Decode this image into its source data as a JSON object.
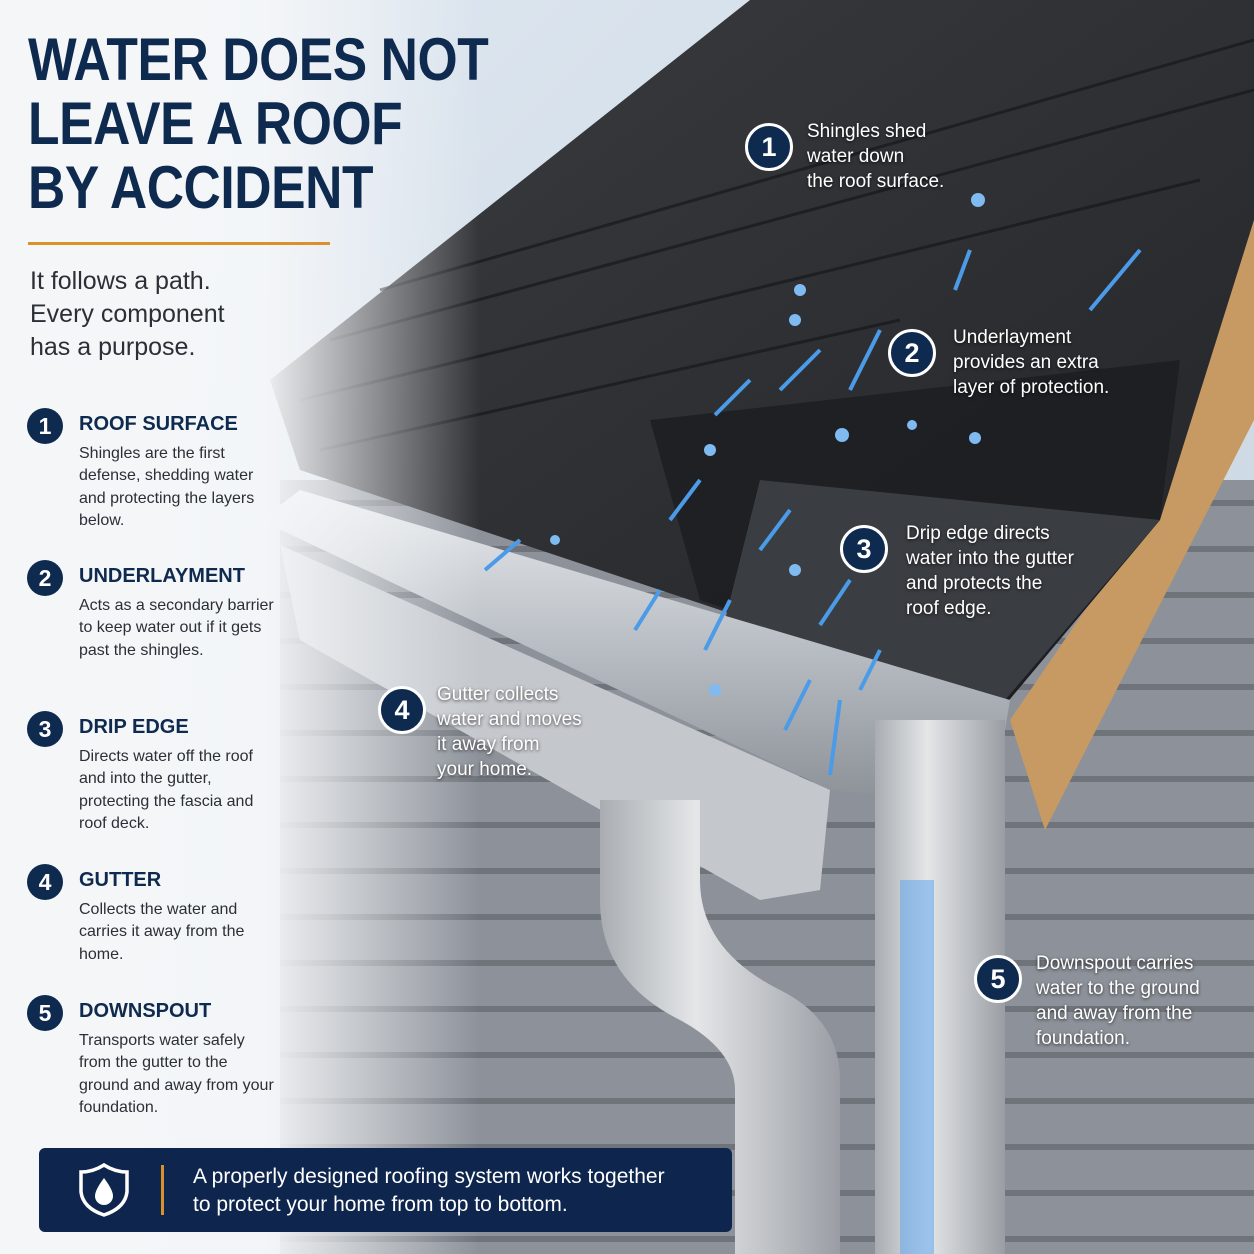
{
  "title_lines": [
    "WATER DOES NOT",
    "LEAVE A ROOF",
    "BY ACCIDENT"
  ],
  "subtitle_lines": [
    "It follows a path.",
    "Every component",
    "has a purpose."
  ],
  "items": [
    {
      "number": "1",
      "title": "ROOF SURFACE",
      "body": "Shingles are the first defense, shedding water and protecting the layers below."
    },
    {
      "number": "2",
      "title": "UNDERLAYMENT",
      "body": "Acts as a secondary barrier to keep water out if it gets past the shingles."
    },
    {
      "number": "3",
      "title": "DRIP EDGE",
      "body": "Directs water off the roof and into the gutter, protecting the fascia and roof deck."
    },
    {
      "number": "4",
      "title": "GUTTER",
      "body": "Collects the water and carries it away from the home."
    },
    {
      "number": "5",
      "title": "DOWNSPOUT",
      "body": "Transports water safely from the gutter to the ground and away from your foundation."
    }
  ],
  "callouts": [
    {
      "number": "1",
      "lines": [
        "Shingles shed",
        "water down",
        "the roof surface."
      ]
    },
    {
      "number": "2",
      "lines": [
        "Underlayment",
        "provides an extra",
        "layer of protection."
      ]
    },
    {
      "number": "3",
      "lines": [
        "Drip edge directs",
        "water into the gutter",
        "and protects the",
        "roof edge."
      ]
    },
    {
      "number": "4",
      "lines": [
        "Gutter collects",
        "water and moves",
        "it away from",
        "your home."
      ]
    },
    {
      "number": "5",
      "lines": [
        "Downspout carries",
        "water to the ground",
        "and away from the",
        "foundation."
      ]
    }
  ],
  "banner": {
    "icon": "shield-water-drop-icon",
    "lines": [
      "A properly designed roofing system works together",
      "to protect your home from top to bottom."
    ]
  },
  "colors": {
    "navy": "#0f2a4f",
    "accent": "#d9912b",
    "water": "#3d8fe0"
  }
}
